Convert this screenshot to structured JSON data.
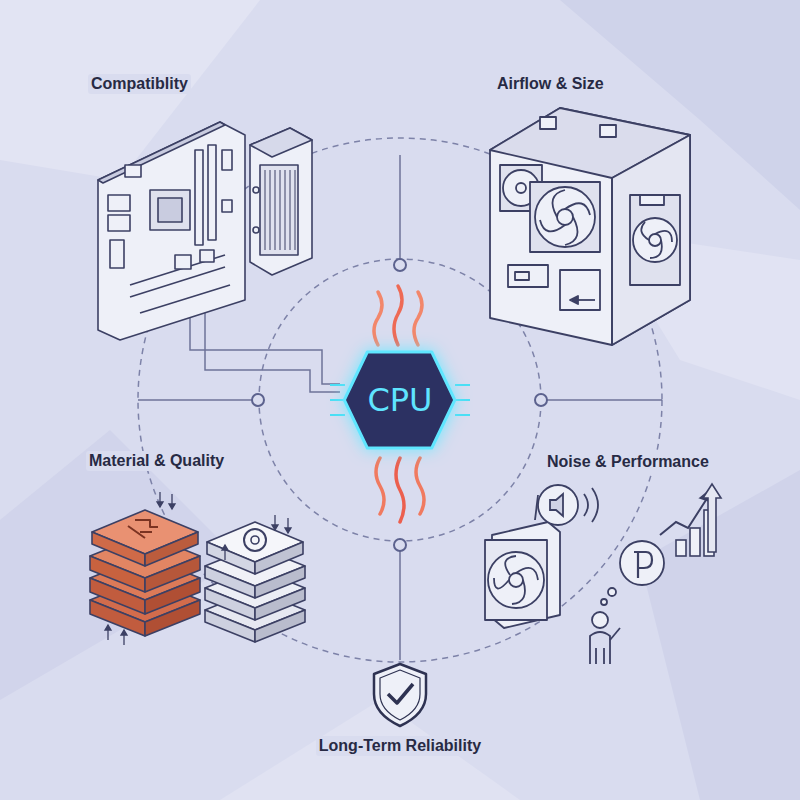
{
  "diagram": {
    "nodes": [
      {
        "text": [
          "CPU"
        ]
      }
    ],
    "labels": [
      "Compatiblity",
      "Airflow & Size",
      "Material & Quality",
      "Noise & Performance",
      "Long-Term Reliability"
    ]
  }
}
